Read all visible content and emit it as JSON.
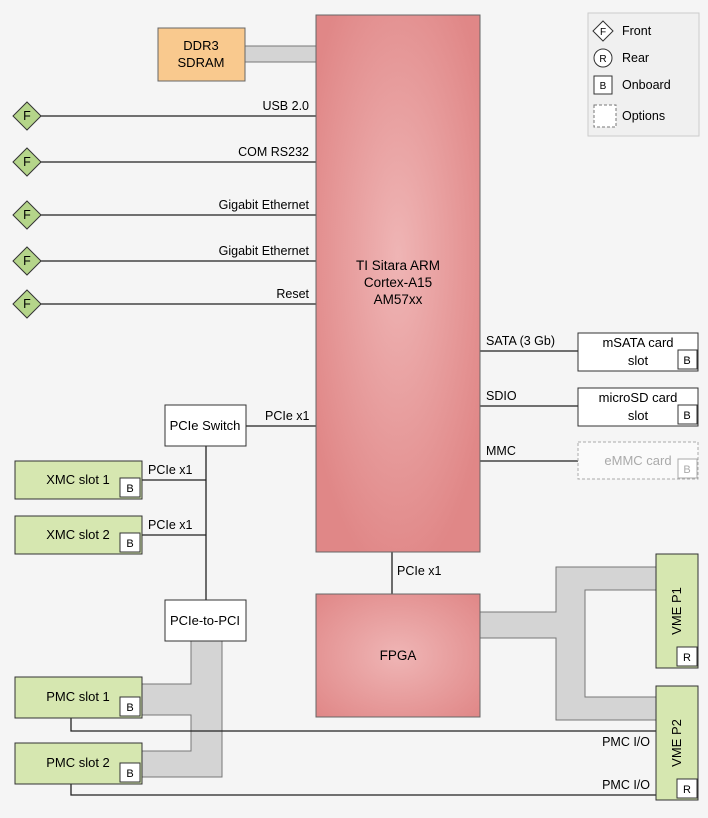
{
  "legend": {
    "front": {
      "letter": "F",
      "label": "Front"
    },
    "rear": {
      "letter": "R",
      "label": "Rear"
    },
    "onboard": {
      "letter": "B",
      "label": "Onboard"
    },
    "options": {
      "label": "Options"
    }
  },
  "colors": {
    "cpu_fill": "#e08787",
    "cpu_fill_center": "#efb5b5",
    "ddr_fill": "#f9c98e",
    "green_fill": "#d6e7b0",
    "front_fill": "#b5d58a",
    "bus_fill": "#d4d4d4"
  },
  "cpu": {
    "line1": "TI Sitara ARM",
    "line2": "Cortex-A15",
    "line3": "AM57xx"
  },
  "ddr": {
    "line1": "DDR3",
    "line2": "SDRAM"
  },
  "fpga": {
    "label": "FPGA"
  },
  "front_ports": [
    {
      "letter": "F",
      "label": "USB 2.0"
    },
    {
      "letter": "F",
      "label": "COM RS232"
    },
    {
      "letter": "F",
      "label": "Gigabit Ethernet"
    },
    {
      "letter": "F",
      "label": "Gigabit Ethernet"
    },
    {
      "letter": "F",
      "label": "Reset"
    }
  ],
  "right_links": [
    {
      "label": "SATA (3 Gb)",
      "box1": "mSATA card",
      "box2": "slot",
      "badge": "B"
    },
    {
      "label": "SDIO",
      "box1": "microSD card",
      "box2": "slot",
      "badge": "B"
    },
    {
      "label": "MMC",
      "box1": "eMMC card",
      "badge": "B"
    }
  ],
  "pcie_switch": {
    "label": "PCIe Switch",
    "link_label": "PCIe x1"
  },
  "xmc_slots": [
    {
      "label": "XMC slot 1",
      "badge": "B",
      "link_label": "PCIe x1"
    },
    {
      "label": "XMC slot 2",
      "badge": "B",
      "link_label": "PCIe x1"
    }
  ],
  "pcie_to_pci": {
    "label": "PCIe-to-PCI"
  },
  "pmc_slots": [
    {
      "label": "PMC slot 1",
      "badge": "B"
    },
    {
      "label": "PMC slot 2",
      "badge": "B"
    }
  ],
  "fpga_link_label": "PCIe x1",
  "vme": [
    {
      "label": "VME P1",
      "badge": "R"
    },
    {
      "label": "VME P2",
      "badge": "R"
    }
  ],
  "pmc_io": [
    "PMC I/O",
    "PMC I/O"
  ]
}
